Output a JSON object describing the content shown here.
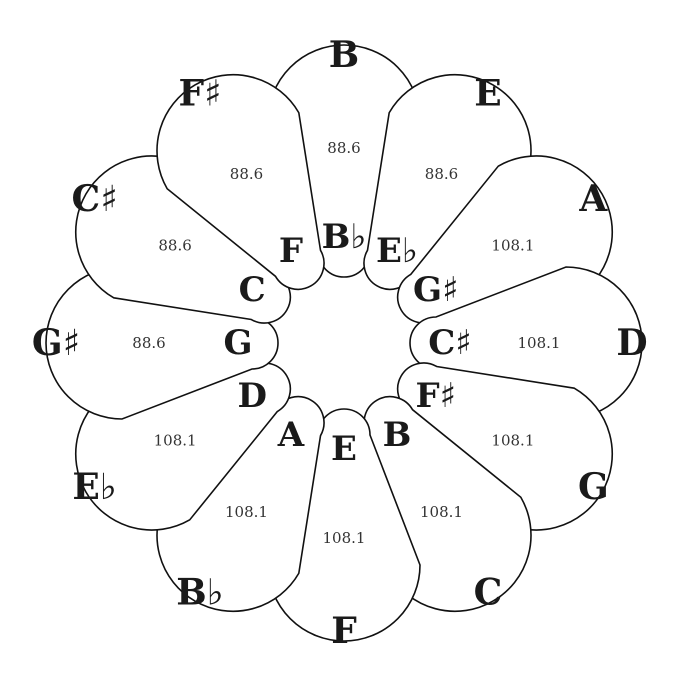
{
  "petals": [
    {
      "outer": "B",
      "inner": "B♭",
      "value": "88.6"
    },
    {
      "outer": "E",
      "inner": "E♭",
      "value": "88.6"
    },
    {
      "outer": "A",
      "inner": "G♯",
      "value": "108.1"
    },
    {
      "outer": "D",
      "inner": "C♯",
      "value": "108.1"
    },
    {
      "outer": "G",
      "inner": "F♯",
      "value": "108.1"
    },
    {
      "outer": "C",
      "inner": "B",
      "value": "108.1"
    },
    {
      "outer": "F",
      "inner": "E",
      "value": "108.1"
    },
    {
      "outer": "B♭",
      "inner": "A",
      "value": "108.1"
    },
    {
      "outer": "E♭",
      "inner": "D",
      "value": "108.1"
    },
    {
      "outer": "G♯",
      "inner": "G",
      "value": "88.6"
    },
    {
      "outer": "C♯",
      "inner": "C",
      "value": "88.6"
    },
    {
      "outer": "F♯",
      "inner": "F",
      "value": "88.6"
    }
  ]
}
